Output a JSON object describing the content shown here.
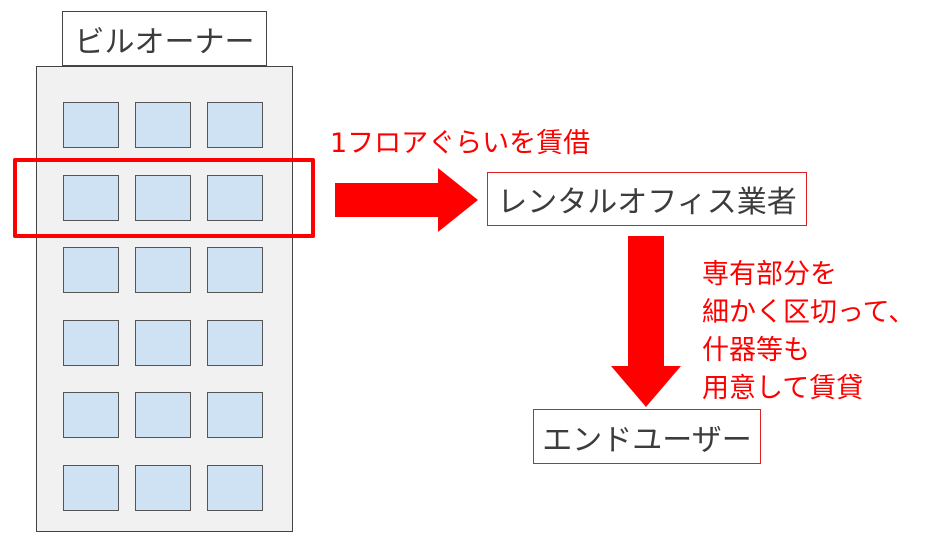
{
  "owner": {
    "label": "ビルオーナー"
  },
  "building": {
    "rows": 6,
    "columns": 3,
    "highlighted_row": 2
  },
  "floor_rent": {
    "label": "1フロアぐらいを賃借"
  },
  "office": {
    "label": "レンタルオフィス業者"
  },
  "note": {
    "lines": [
      "専有部分を",
      "細かく区切って、",
      "什器等も",
      "用意して賃貸"
    ]
  },
  "enduser": {
    "label": "エンドユーザー"
  },
  "colors": {
    "accent": "#ff0000",
    "window_fill": "#cfe2f3",
    "building_fill": "#f1f1f1"
  }
}
